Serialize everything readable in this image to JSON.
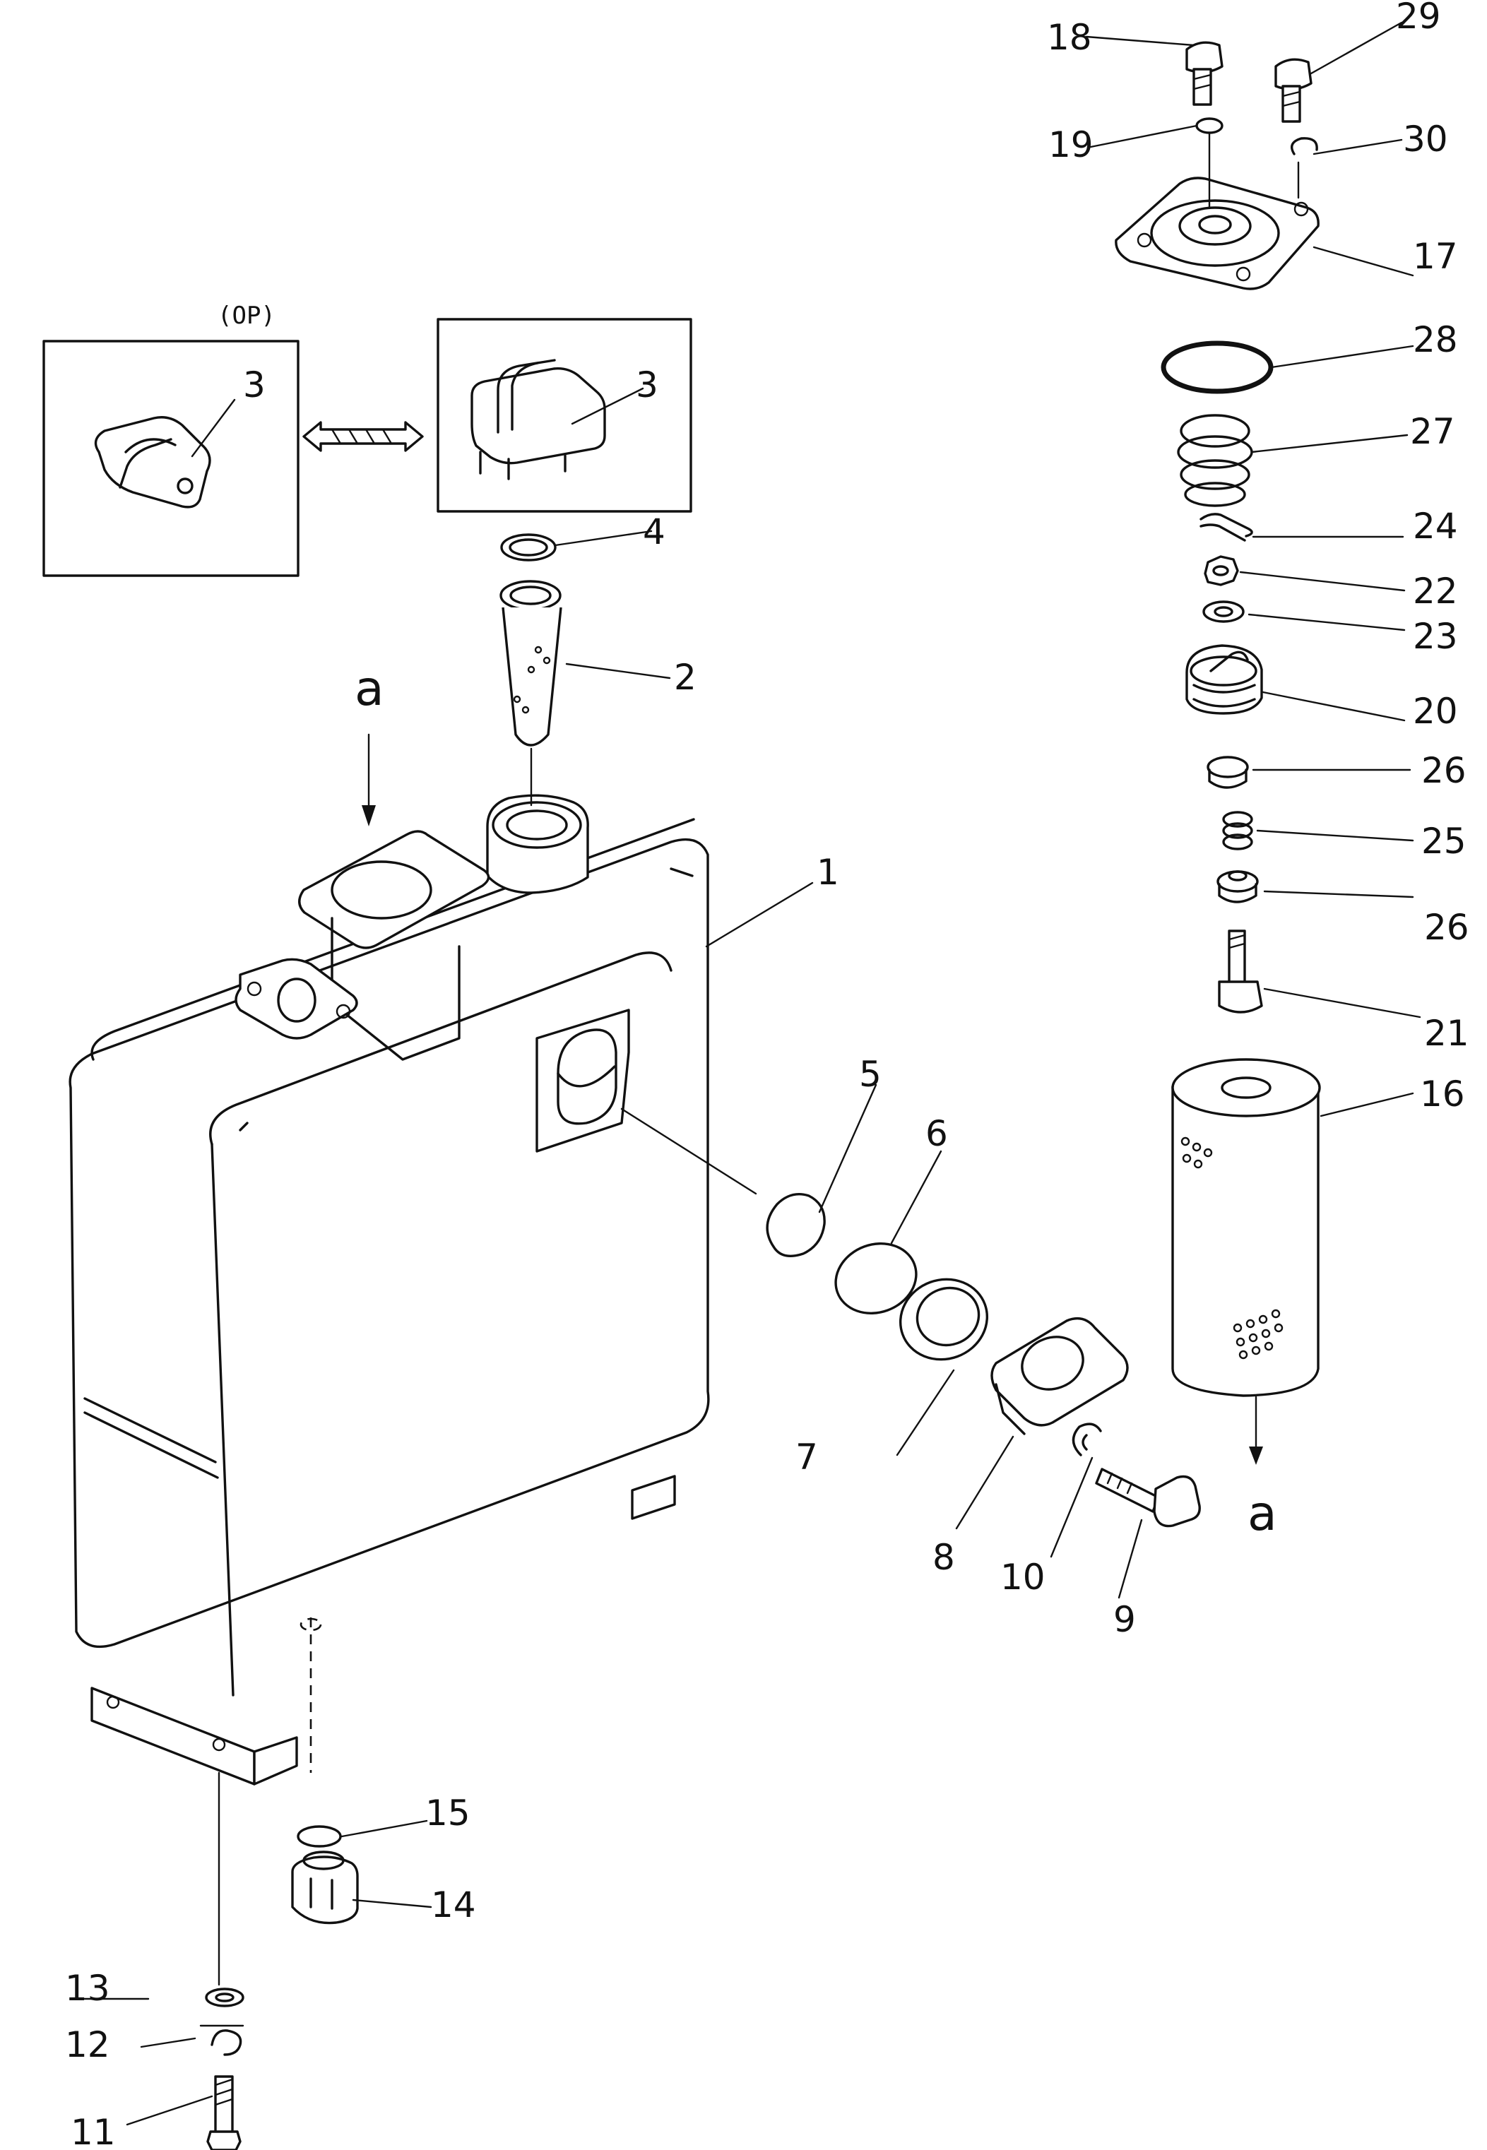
{
  "option_label": "(OP)",
  "view_marker": "a",
  "callouts": [
    "1",
    "2",
    "3",
    "4",
    "5",
    "6",
    "7",
    "8",
    "9",
    "10",
    "11",
    "12",
    "13",
    "14",
    "15",
    "16",
    "17",
    "18",
    "19",
    "20",
    "21",
    "22",
    "23",
    "24",
    "25",
    "26",
    "27",
    "28",
    "29",
    "30"
  ]
}
